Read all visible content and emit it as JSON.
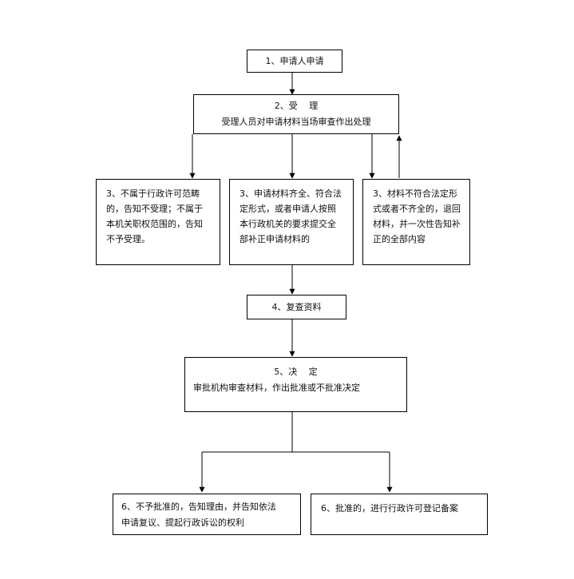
{
  "flow": {
    "step1": "1、申请人申请",
    "step2_title": "2、受　 理",
    "step2_desc": "受理人员对申请材料当场审查作出处理",
    "branch_left": [
      "3、不属于行政许可范畴",
      "的，告知不受理；不属于",
      "本机关职权范围的，告知",
      "不予受理。"
    ],
    "branch_mid": [
      "3、申请材料齐全、符合法",
      "定形式，或者申请人按照",
      "本行政机关的要求提交全",
      "部补正申请材料的"
    ],
    "branch_right": [
      "3、材料不符合法定形",
      "式或者不齐全的，退回",
      "材料，并一次性告知补",
      "正的全部内容"
    ],
    "step4": "4、复查资料",
    "step5_title": "5、决　 定",
    "step5_desc": "审批机构审查材料，作出批准或不批准决定",
    "result_left": [
      "6、不予批准的，告知理由，并告知依法",
      "申请复议、提起行政诉讼的权利"
    ],
    "result_right": "6、批准的，进行行政许可登记备案"
  }
}
